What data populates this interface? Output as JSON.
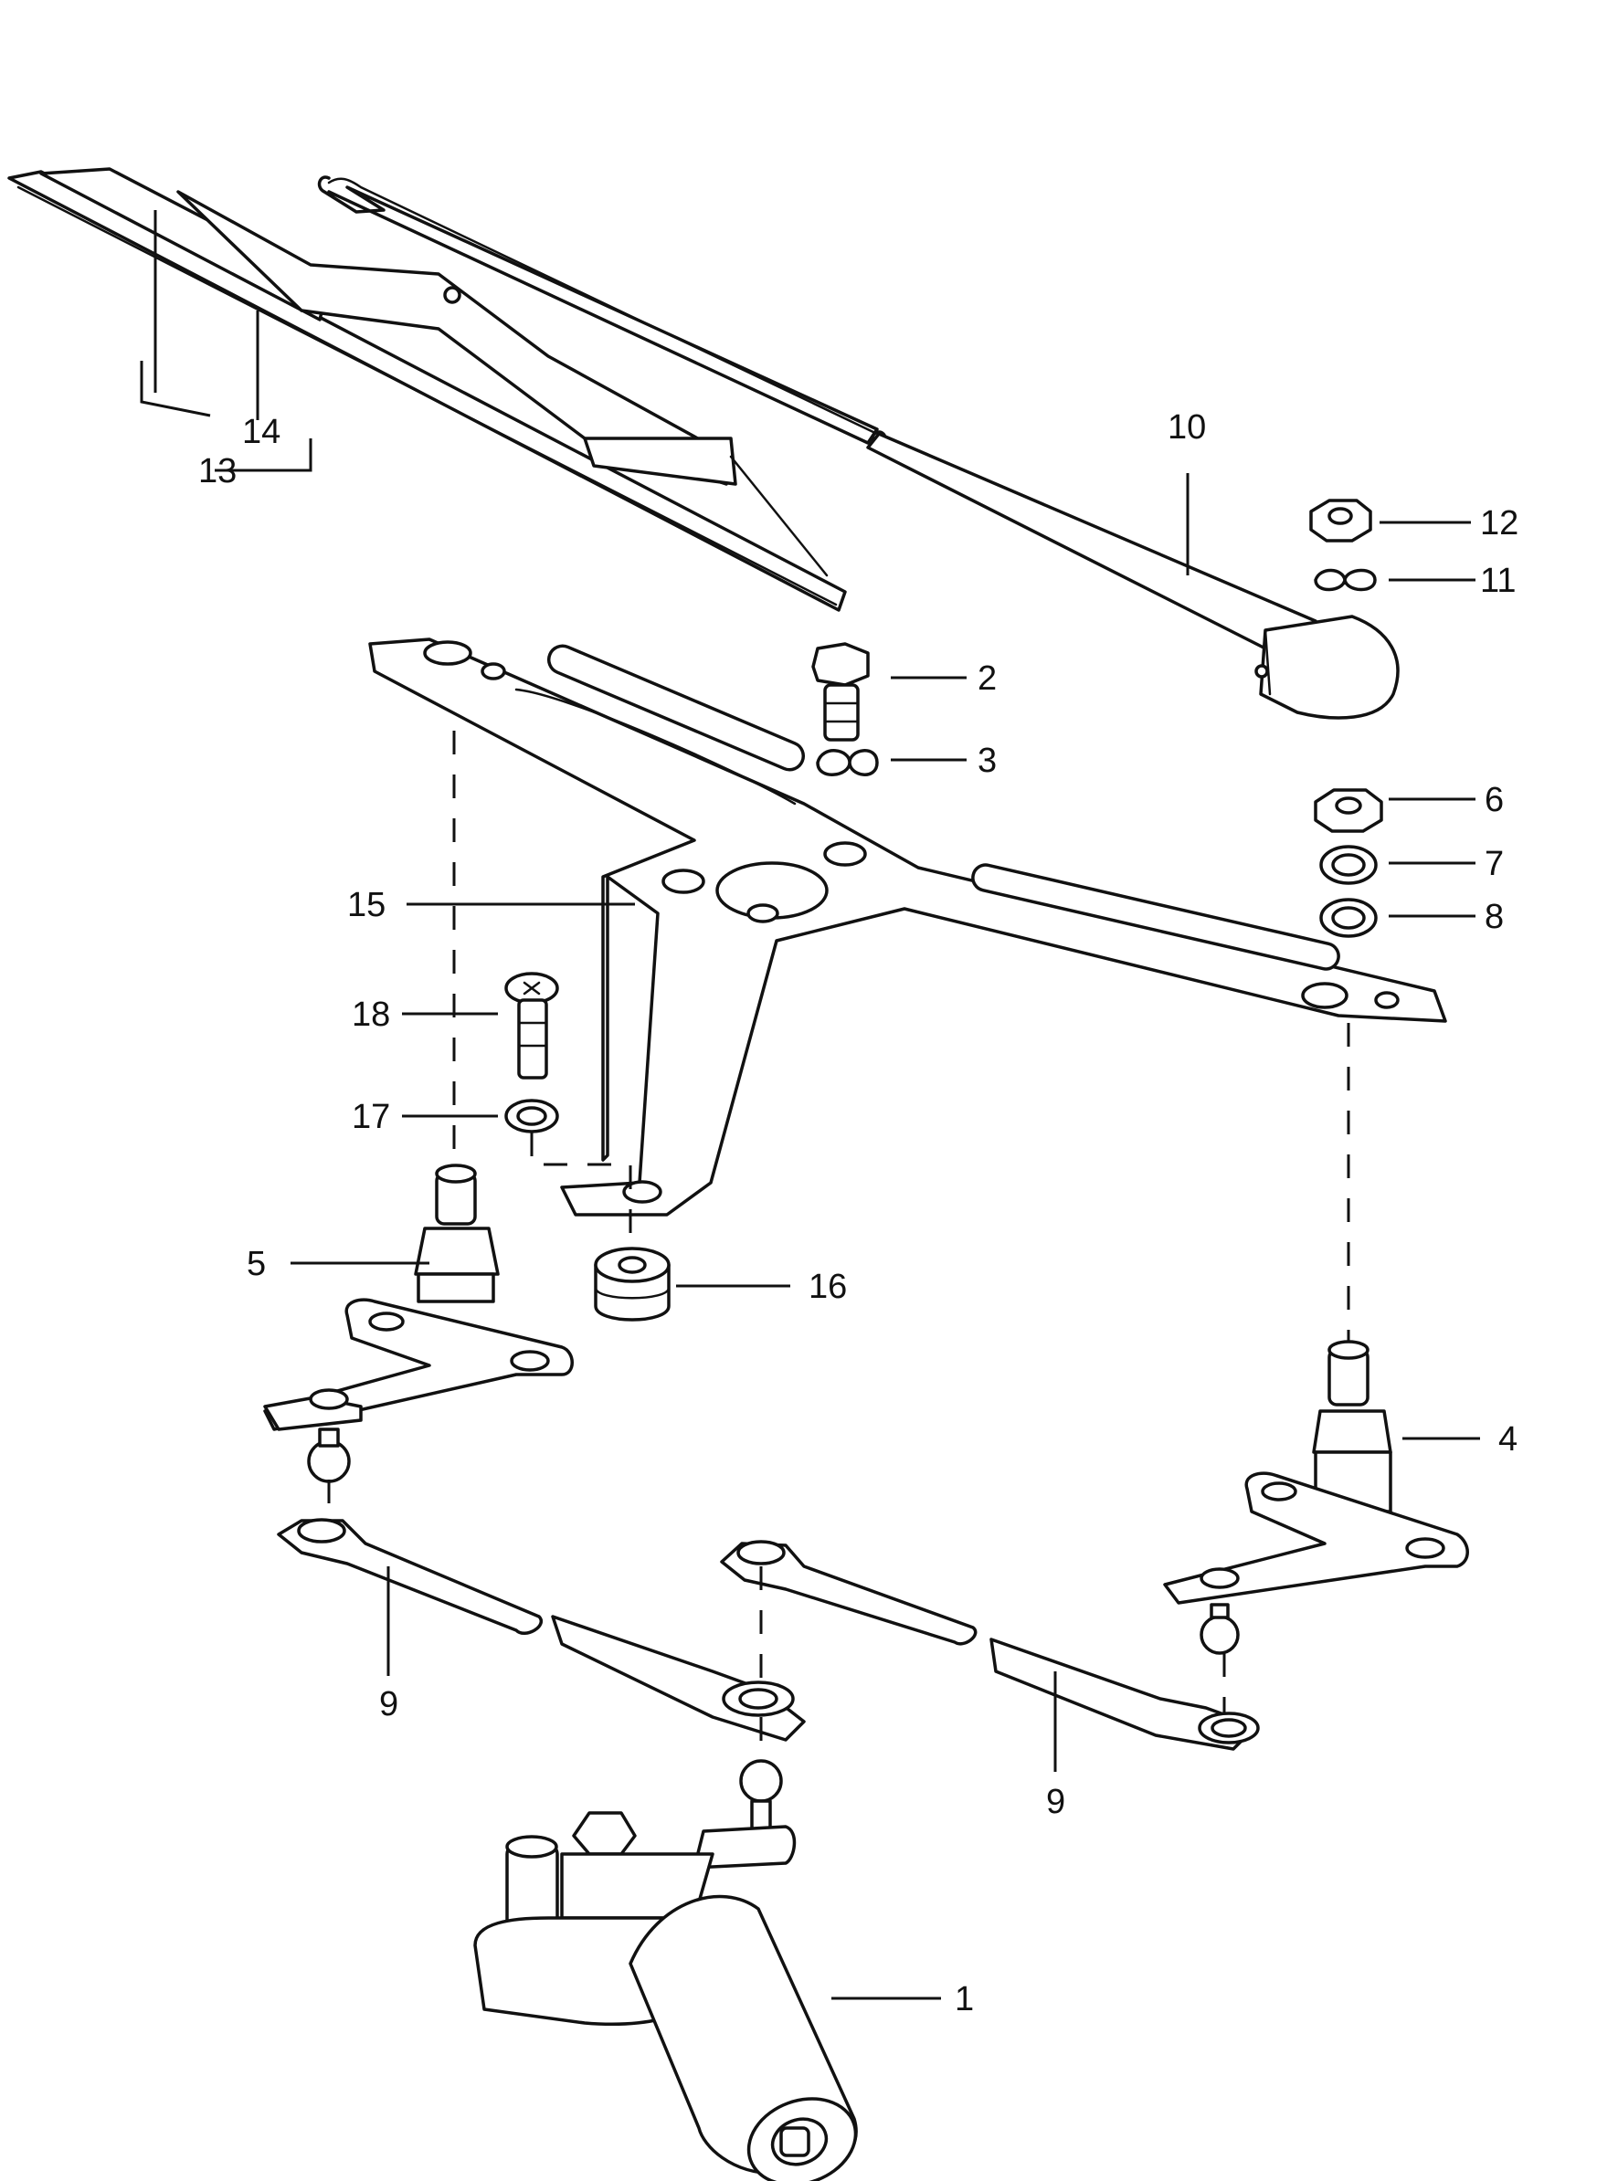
{
  "diagram": {
    "callouts": {
      "c1": "1",
      "c2": "2",
      "c3": "3",
      "c4": "4",
      "c5": "5",
      "c6": "6",
      "c7": "7",
      "c8": "8",
      "c9a": "9",
      "c9b": "9",
      "c10": "10",
      "c11": "11",
      "c12": "12",
      "c13": "13",
      "c14": "14",
      "c15": "15",
      "c16": "16",
      "c17": "17",
      "c18": "18"
    },
    "parts": [
      "wiper-motor",
      "bolt",
      "washer",
      "pivot-bearing-right",
      "pivot-bearing-left",
      "hex-nut",
      "washer-7",
      "washer-8",
      "connecting-rod",
      "wiper-arm",
      "lock-washer",
      "hex-nut-12",
      "wiper-blade",
      "wiper-blade-insert",
      "mounting-frame",
      "rubber-mount",
      "washer-17",
      "screw-18"
    ]
  }
}
